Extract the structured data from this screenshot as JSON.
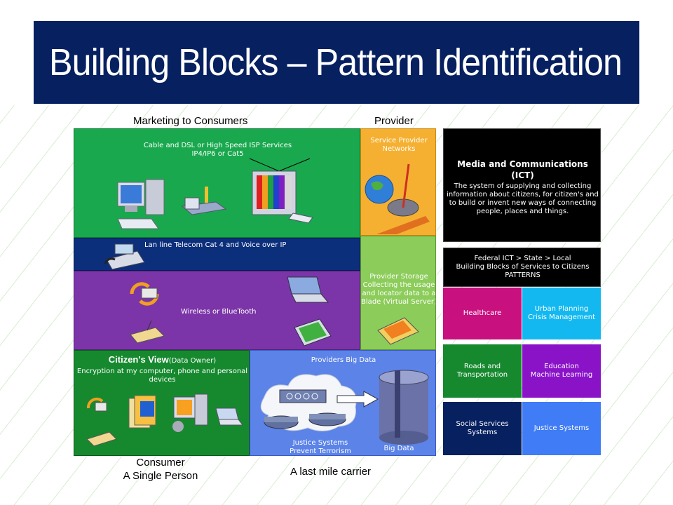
{
  "title": "Building Blocks – Pattern Identification",
  "labels": {
    "marketing": "Marketing to Consumers",
    "provider": "Provider",
    "consumer_line1": "Consumer",
    "consumer_line2": "A Single Person",
    "last_mile": "A last mile carrier"
  },
  "blocks": {
    "isp_line1": "Cable and DSL or High Speed ISP Services",
    "isp_line2": "IP4/IP6 or Cat5",
    "spn_line1": "Service Provider",
    "spn_line2": "Networks",
    "lan": "Lan line Telecom Cat 4 and Voice over IP",
    "wireless": "Wireless or BlueTooth",
    "storage_line1": "Provider Storage",
    "storage_line2": "Collecting the usage",
    "storage_line3": "and locator data to a",
    "storage_line4": "Blade (Virtual Server)",
    "citizen_bold": "Citizen's View",
    "citizen_small": "(Data Owner)",
    "citizen_line2": "Encryption at my computer, phone and personal",
    "citizen_line3": "devices",
    "bigdata_top": "Providers Big Data",
    "justice_line1": "Justice Systems",
    "justice_line2": "Prevent Terrorism",
    "bigdata_label": "Big Data"
  },
  "ict": {
    "heading_line1": "Media and Communications",
    "heading_line2": "(ICT)",
    "desc_line1": "The system of supplying and collecting",
    "desc_line2": "information about citizens, for citizen's and",
    "desc_line3": "to build or invent new ways of connecting",
    "desc_line4": "people, places and things."
  },
  "federal": {
    "line1": "Federal ICT > State > Local",
    "line2": "Building Blocks of Services to Citizens",
    "line3": "PATTERNS"
  },
  "tiles": {
    "healthcare": "Healthcare",
    "urban_line1": "Urban Planning",
    "urban_line2": "Crisis Management",
    "roads_line1": "Roads and",
    "roads_line2": "Transportation",
    "education_line1": "Education",
    "education_line2": "Machine Learning",
    "social_line1": "Social Services",
    "social_line2": "Systems",
    "justice": "Justice Systems"
  },
  "colors": {
    "title_bg": "#062060",
    "green": "#19a84e",
    "orange": "#f5b031",
    "navy": "#0c2f7c",
    "purple": "#7b35a8",
    "light_green": "#8ccc5a",
    "dark_green": "#16892f",
    "blue": "#5b83e8",
    "black": "#000000",
    "magenta": "#c8107f",
    "cyan": "#13b8f0",
    "violet": "#8a13c8",
    "royal_blue": "#3f7cf5"
  }
}
